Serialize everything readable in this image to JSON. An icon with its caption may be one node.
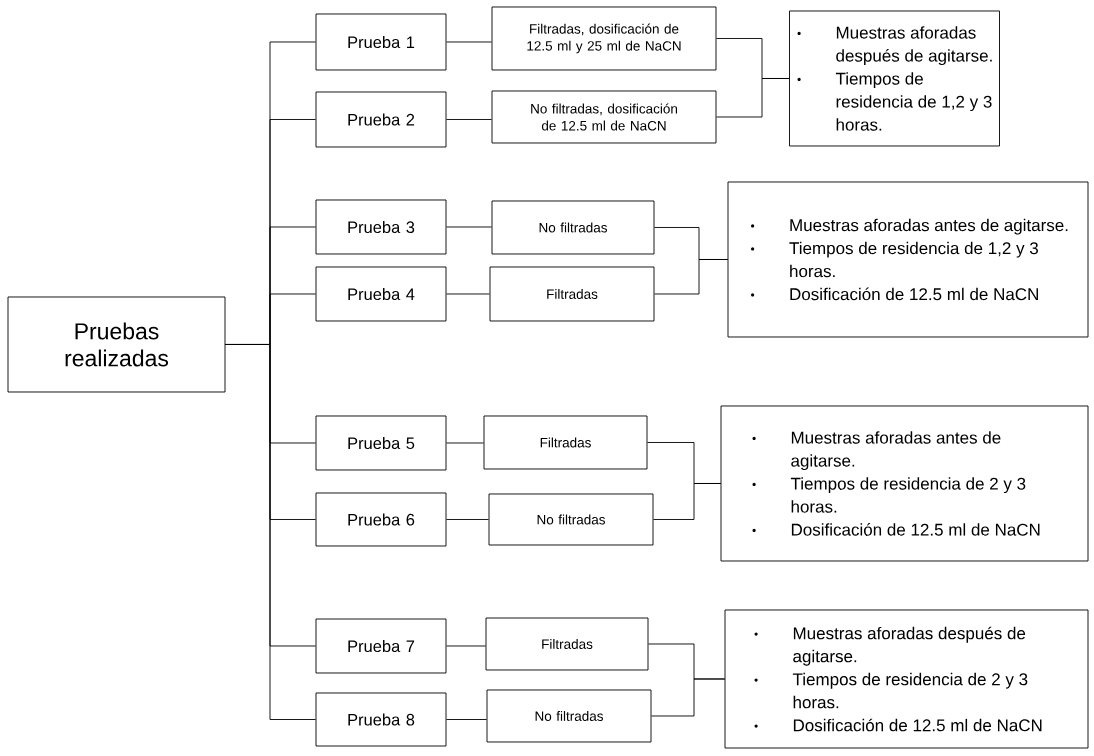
{
  "diagram": {
    "nodes": [
      {
        "text": [
          "Pruebas realizadas"
        ]
      },
      {
        "text": [
          "Prueba 1"
        ]
      },
      {
        "text": [
          "Filtradas, dosificación de 12.5 ml y 25 ml de NaCN"
        ]
      },
      {
        "text": [
          "Prueba 2"
        ]
      },
      {
        "text": [
          "No filtradas, dosificación de 12.5 ml de NaCN"
        ]
      },
      {
        "text": [
          "Muestras aforadas después de agitarse.",
          "Tiempos de residencia de 1,2 y 3 horas."
        ]
      },
      {
        "text": [
          "Prueba 3"
        ]
      },
      {
        "text": [
          "No filtradas"
        ]
      },
      {
        "text": [
          "Prueba 4"
        ]
      },
      {
        "text": [
          "Filtradas"
        ]
      },
      {
        "text": [
          "Muestras aforadas antes de agitarse.",
          "Tiempos de residencia de 1,2 y 3 horas.",
          "Dosificación de 12.5 ml de NaCN"
        ]
      },
      {
        "text": [
          "Prueba 5"
        ]
      },
      {
        "text": [
          "Filtradas"
        ]
      },
      {
        "text": [
          "Prueba 6"
        ]
      },
      {
        "text": [
          "No filtradas"
        ]
      },
      {
        "text": [
          "Muestras aforadas antes de agitarse.",
          "Tiempos de residencia de 2 y 3 horas.",
          "Dosificación de 12.5 ml de NaCN"
        ]
      },
      {
        "text": [
          "Prueba 7"
        ]
      },
      {
        "text": [
          "Filtradas"
        ]
      },
      {
        "text": [
          "Prueba 8"
        ]
      },
      {
        "text": [
          "No filtradas"
        ]
      },
      {
        "text": [
          "Muestras aforadas después de agitarse.",
          "Tiempos de residencia de 2 y 3 horas.",
          "Dosificación de 12.5 ml de NaCN"
        ]
      }
    ],
    "edges": [
      {
        "from": 0,
        "to": 1,
        "arrow": "none"
      },
      {
        "from": 0,
        "to": 3,
        "arrow": "none"
      },
      {
        "from": 0,
        "to": 6,
        "arrow": "none"
      },
      {
        "from": 0,
        "to": 8,
        "arrow": "none"
      },
      {
        "from": 0,
        "to": 11,
        "arrow": "none"
      },
      {
        "from": 0,
        "to": 13,
        "arrow": "none"
      },
      {
        "from": 0,
        "to": 16,
        "arrow": "none"
      },
      {
        "from": 0,
        "to": 18,
        "arrow": "none"
      },
      {
        "from": 1,
        "to": 2,
        "arrow": "none"
      },
      {
        "from": 3,
        "to": 4,
        "arrow": "none"
      },
      {
        "from": 6,
        "to": 7,
        "arrow": "none"
      },
      {
        "from": 8,
        "to": 9,
        "arrow": "none"
      },
      {
        "from": 11,
        "to": 12,
        "arrow": "none"
      },
      {
        "from": 13,
        "to": 14,
        "arrow": "none"
      },
      {
        "from": 16,
        "to": 17,
        "arrow": "none"
      },
      {
        "from": 18,
        "to": 19,
        "arrow": "none"
      },
      {
        "from": 2,
        "to": 5,
        "arrow": "none"
      },
      {
        "from": 4,
        "to": 5,
        "arrow": "none"
      },
      {
        "from": 7,
        "to": 10,
        "arrow": "none"
      },
      {
        "from": 9,
        "to": 10,
        "arrow": "none"
      },
      {
        "from": 12,
        "to": 15,
        "arrow": "none"
      },
      {
        "from": 14,
        "to": 15,
        "arrow": "none"
      },
      {
        "from": 17,
        "to": 20,
        "arrow": "none"
      },
      {
        "from": 19,
        "to": 20,
        "arrow": "none"
      }
    ]
  }
}
